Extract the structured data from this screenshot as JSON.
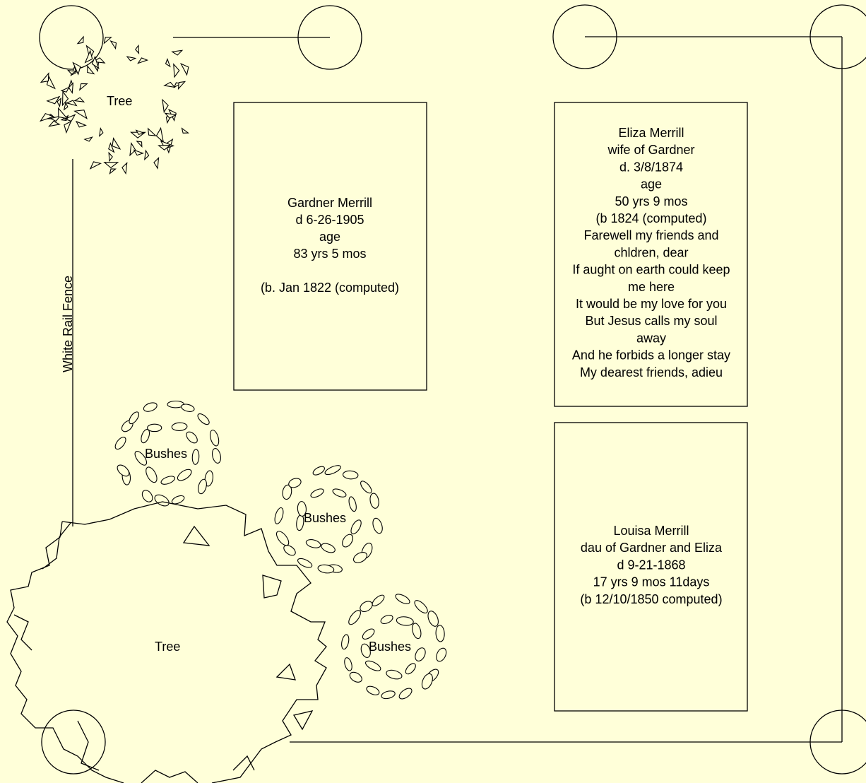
{
  "labels": {
    "tree_top": "Tree",
    "tree_bottom": "Tree",
    "bushes": [
      "Bushes",
      "Bushes",
      "Bushes"
    ],
    "fence": "White Rail Fence"
  },
  "stones": {
    "gardner": [
      "Gardner Merrill",
      "d 6-26-1905",
      "age",
      "83 yrs 5 mos",
      "",
      "(b. Jan 1822 (computed)"
    ],
    "eliza": [
      "Eliza Merrill",
      "wife of Gardner",
      "d. 3/8/1874",
      "age",
      "50 yrs 9 mos",
      "(b 1824 (computed)",
      "Farewell my friends and",
      "chldren, dear",
      "If aught on earth could keep",
      "me here",
      "It would be my love for you",
      "But Jesus calls my soul",
      "away",
      "And he forbids a longer stay",
      "My dearest friends, adieu"
    ],
    "louisa": [
      "Louisa Merrill",
      "dau of Gardner and Eliza",
      "d 9-21-1868",
      "17 yrs 9 mos 11days",
      "(b 12/10/1850 computed)"
    ]
  },
  "colors": {
    "background": "#ffffd9",
    "line": "#000000"
  }
}
